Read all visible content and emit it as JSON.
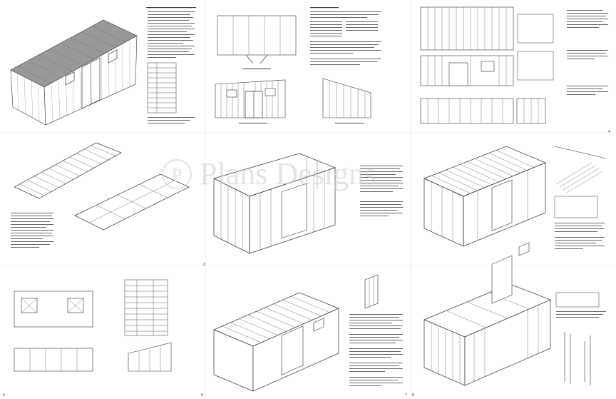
{
  "watermark": "Plans Designs",
  "logo_initial": "P",
  "page_numbers": [
    "3",
    "4",
    "5",
    "6",
    "7",
    "8"
  ],
  "colors": {
    "line": "#333333",
    "watermark": "#cfcfcf"
  }
}
